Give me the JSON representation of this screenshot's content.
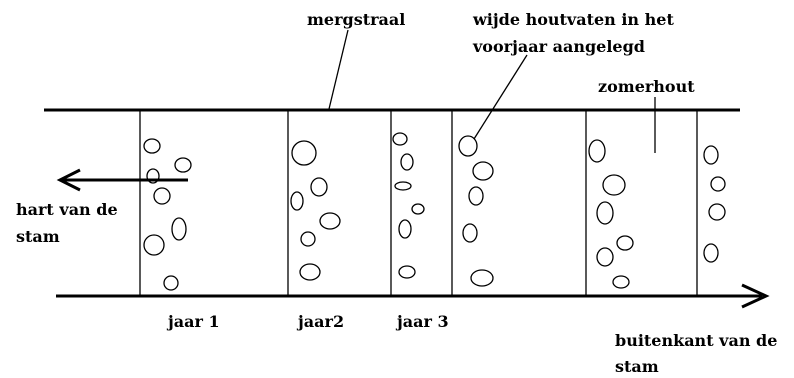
{
  "labels": {
    "medullary_ray": "mergstraal",
    "wide_vessels_line1": "wijde houtvaten in het",
    "wide_vessels_line2": "voorjaar aangelegd",
    "summer_wood": "zomerhout",
    "heart_line1": "hart van de",
    "heart_line2": "stam",
    "outside_line1": "buitenkant van de",
    "outside_line2": "stam",
    "year1": "jaar 1",
    "year2": "jaar2",
    "year3": "jaar 3"
  }
}
